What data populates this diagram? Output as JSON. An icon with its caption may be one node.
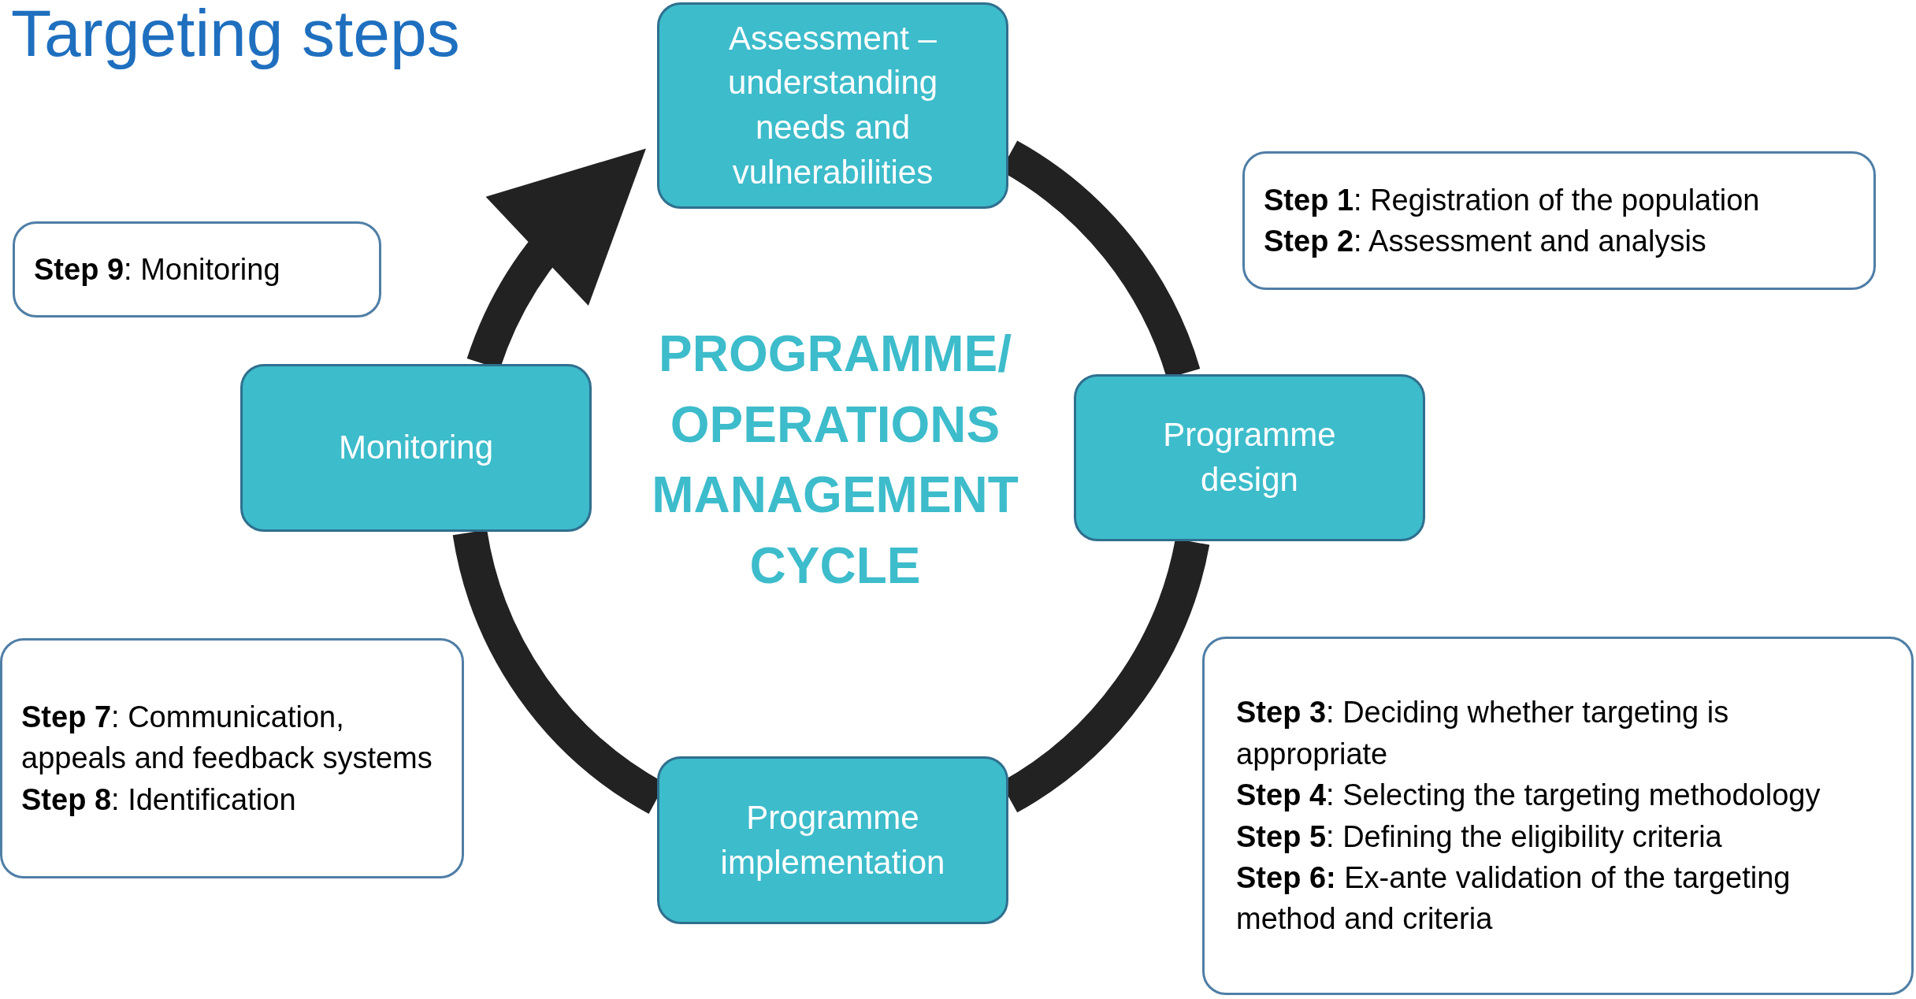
{
  "diagram": {
    "title": "Targeting steps",
    "nodes": [
      {
        "text": [
          "Assessment – understanding needs and vulnerabilities"
        ]
      },
      {
        "text": [
          "Programme design"
        ]
      },
      {
        "text": [
          "Programme implementation"
        ]
      },
      {
        "text": [
          "Monitoring"
        ]
      },
      {
        "text": [
          "**Step 9**: Monitoring"
        ]
      },
      {
        "text": [
          "**Step 1**: Registration of the population",
          "**Step 2**: Assessment and analysis"
        ]
      },
      {
        "text": [
          "**Step 7**: Communication, appeals and feedback systems",
          "**Step 8**: Identification"
        ]
      },
      {
        "text": [
          "**Step 3**: Deciding whether targeting is appropriate",
          "**Step 4**: Selecting the targeting methodology",
          "**Step 5**: Defining the eligibility criteria",
          "**Step 6:** Ex-ante validation of the targeting method and criteria"
        ]
      }
    ],
    "edges": [
      {
        "from": 0,
        "to": 1,
        "arrow": "none"
      },
      {
        "from": 1,
        "to": 2,
        "arrow": "none"
      },
      {
        "from": 2,
        "to": 3,
        "arrow": "none"
      },
      {
        "from": 3,
        "to": 0,
        "arrow": "to"
      }
    ],
    "labels": [
      "PROGRAMME/ OPERATIONS MANAGEMENT CYCLE"
    ]
  }
}
